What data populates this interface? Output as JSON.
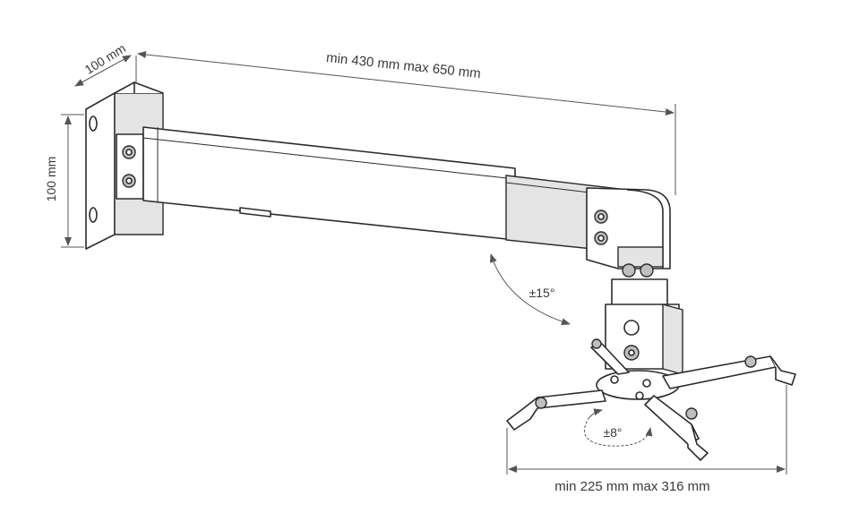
{
  "dimensions": {
    "arm_length": "min 430 mm  max 650 mm",
    "plate_depth": "100 mm",
    "plate_height": "100 mm",
    "tilt": "±15°",
    "rotation": "±8°",
    "bracket_span": "min 225 mm max 316 mm"
  }
}
